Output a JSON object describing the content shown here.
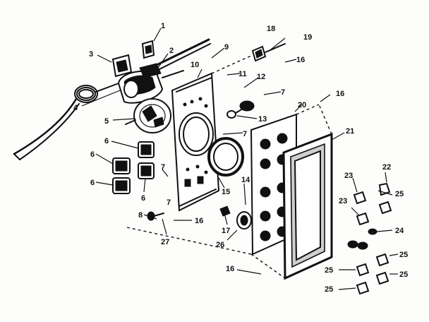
{
  "diagram": {
    "callouts": [
      {
        "id": "c1",
        "text": "1"
      },
      {
        "id": "c2",
        "text": "2"
      },
      {
        "id": "c3",
        "text": "3"
      },
      {
        "id": "c4",
        "text": "4"
      },
      {
        "id": "c5",
        "text": "5"
      },
      {
        "id": "c6a",
        "text": "6"
      },
      {
        "id": "c6b",
        "text": "6"
      },
      {
        "id": "c6c",
        "text": "6"
      },
      {
        "id": "c6d",
        "text": "6"
      },
      {
        "id": "c7a",
        "text": "7"
      },
      {
        "id": "c7b",
        "text": "7"
      },
      {
        "id": "c7c",
        "text": "7"
      },
      {
        "id": "c7d",
        "text": "7"
      },
      {
        "id": "c8",
        "text": "8"
      },
      {
        "id": "c9",
        "text": "9"
      },
      {
        "id": "c10",
        "text": "10"
      },
      {
        "id": "c11",
        "text": "11"
      },
      {
        "id": "c12",
        "text": "12"
      },
      {
        "id": "c13",
        "text": "13"
      },
      {
        "id": "c14",
        "text": "14"
      },
      {
        "id": "c15",
        "text": "15"
      },
      {
        "id": "c16a",
        "text": "16"
      },
      {
        "id": "c16b",
        "text": "16"
      },
      {
        "id": "c16c",
        "text": "16"
      },
      {
        "id": "c16d",
        "text": "16"
      },
      {
        "id": "c17",
        "text": "17"
      },
      {
        "id": "c18",
        "text": "18"
      },
      {
        "id": "c19",
        "text": "19"
      },
      {
        "id": "c20",
        "text": "20"
      },
      {
        "id": "c21",
        "text": "21"
      },
      {
        "id": "c22",
        "text": "22"
      },
      {
        "id": "c23a",
        "text": "23"
      },
      {
        "id": "c23b",
        "text": "23"
      },
      {
        "id": "c24",
        "text": "24"
      },
      {
        "id": "c25a",
        "text": "25"
      },
      {
        "id": "c25b",
        "text": "25"
      },
      {
        "id": "c25c",
        "text": "25"
      },
      {
        "id": "c25d",
        "text": "25"
      },
      {
        "id": "c25e",
        "text": "25"
      },
      {
        "id": "c26",
        "text": "26"
      },
      {
        "id": "c27",
        "text": "27"
      }
    ]
  }
}
